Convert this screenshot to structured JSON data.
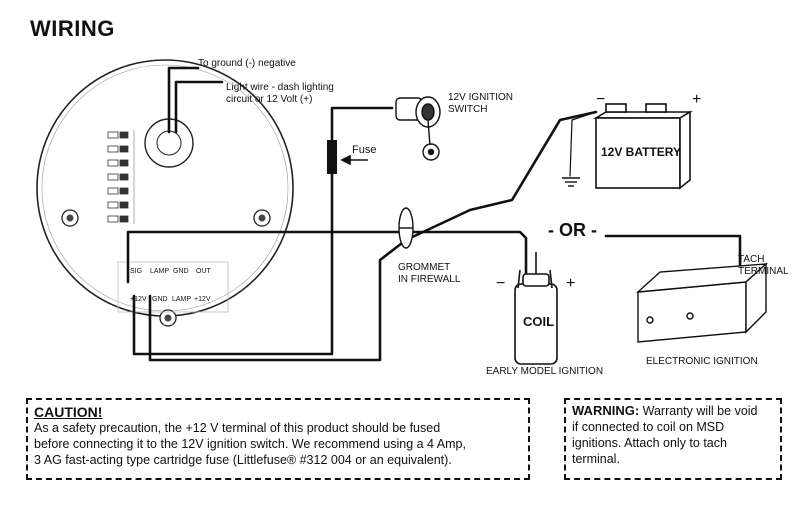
{
  "title": "WIRING",
  "labels": {
    "ground_wire": "To ground (-) negative",
    "light_wire_1": "Light wire - dash lighting",
    "light_wire_2": "circuit or 12 Volt (+)",
    "ignition_switch_1": "12V IGNITION",
    "ignition_switch_2": "SWITCH",
    "fuse": "Fuse",
    "battery": "12V BATTERY",
    "battery_neg": "−",
    "battery_pos": "+",
    "or_text": "- OR -",
    "grommet_1": "GROMMET",
    "grommet_2": "IN FIREWALL",
    "coil": "COIL",
    "coil_neg": "−",
    "coil_pos": "+",
    "early_ignition": "EARLY MODEL IGNITION",
    "tach_1": "TACH",
    "tach_2": "TERMINAL",
    "electronic_ignition": "ELECTRONIC IGNITION",
    "terminals_top": [
      "SIG",
      "LAMP",
      "GND",
      "OUT"
    ],
    "terminals_bottom": [
      "+12V",
      "GND",
      "LAMP",
      "+12V"
    ]
  },
  "caution": {
    "heading": "CAUTION!",
    "line1": "As a safety precaution, the +12 V terminal of this product should be fused",
    "line2": "before connecting it to the 12V ignition switch. We recommend using a 4 Amp,",
    "line3": "3 AG fast-acting type cartridge fuse (Littlefuse® #312 004 or an equivalent)."
  },
  "warning": {
    "heading": "WARNING:",
    "line1_rest": " Warranty will be void",
    "line2": "if connected to coil on MSD",
    "line3": "ignitions. Attach only to tach",
    "line4": "terminal."
  }
}
